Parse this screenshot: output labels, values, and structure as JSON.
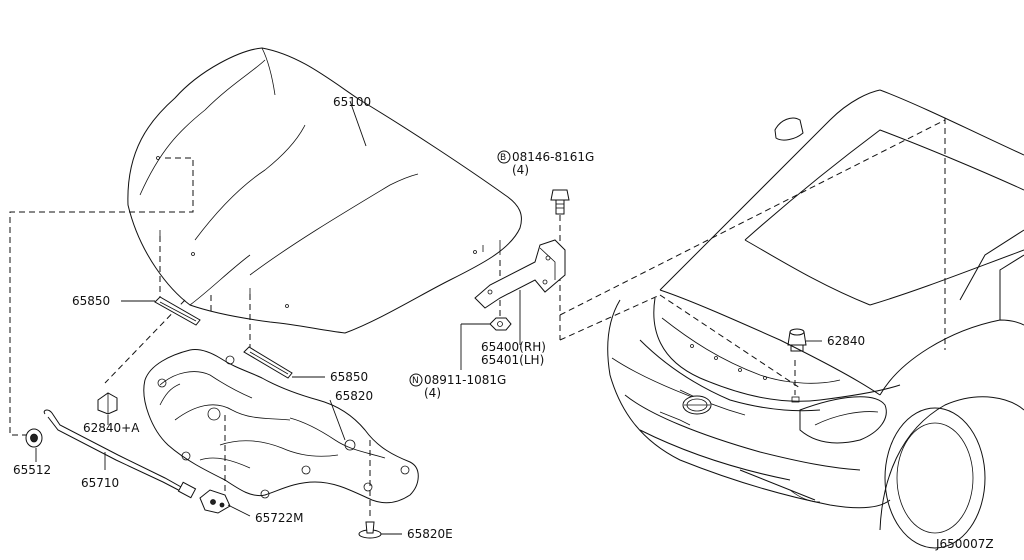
{
  "diagram_id": "J650007Z",
  "callouts": {
    "hood": "65100",
    "bolt_spec": "08146-8161G",
    "bolt_qty": "(4)",
    "bolt_prefix": "B",
    "nut_spec": "08911-1081G",
    "nut_qty": "(4)",
    "nut_prefix": "N",
    "hinge_rh": "65400(RH)",
    "hinge_lh": "65401(LH)",
    "seal_left": "65850",
    "seal_right": "65850",
    "insulator": "65820",
    "insulator_clip": "65820E",
    "bumper_rubber_a": "62840+A",
    "bumper_rubber": "62840",
    "rod_holder": "65512",
    "support_rod": "65710",
    "rod_bracket": "65722M"
  }
}
